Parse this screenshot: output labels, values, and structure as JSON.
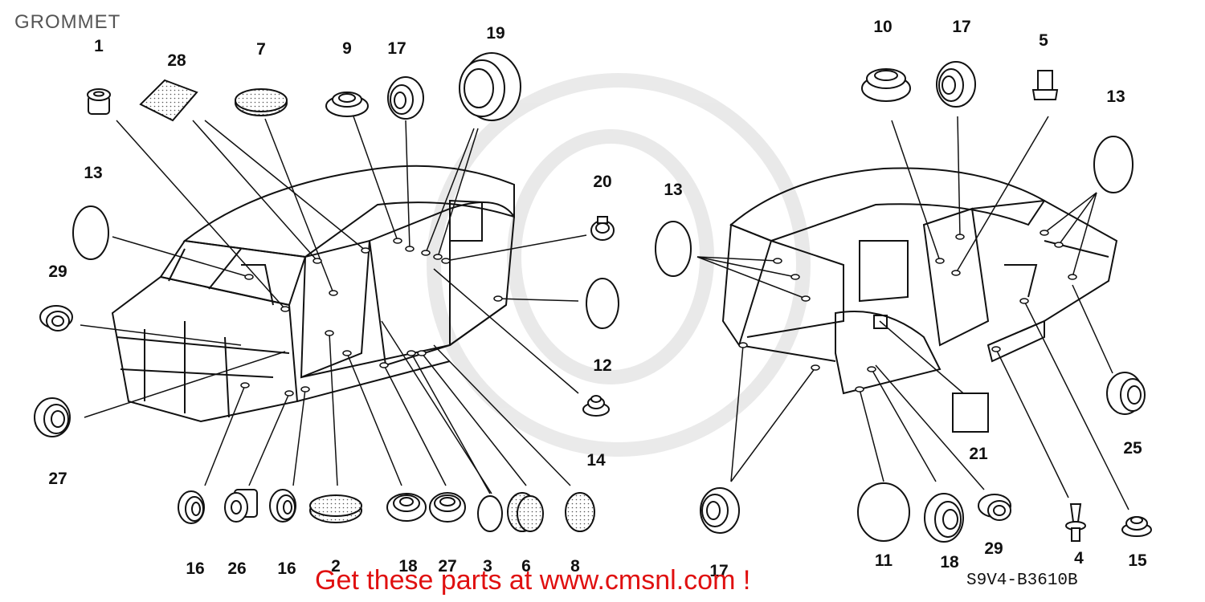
{
  "title": "GROMMET",
  "drawing_code": "S9V4-B3610B",
  "promo": {
    "text": "Get these parts at www.cmsnl.com !"
  },
  "callouts": {
    "c1": "1",
    "c28": "28",
    "c7": "7",
    "c9": "9",
    "c17a": "17",
    "c19": "19",
    "c13a": "13",
    "c29a": "29",
    "c27a": "27",
    "c20": "20",
    "c12": "12",
    "c14": "14",
    "c16a": "16",
    "c26": "26",
    "c16b": "16",
    "c2": "2",
    "c18a": "18",
    "c27b": "27",
    "c3": "3",
    "c6": "6",
    "c8": "8",
    "c13b": "13",
    "c10": "10",
    "c17b": "17",
    "c5": "5",
    "c13c": "13",
    "c25": "25",
    "c21": "21",
    "c17c": "17",
    "c11": "11",
    "c18b": "18",
    "c29b": "29",
    "c4": "4",
    "c15": "15"
  }
}
